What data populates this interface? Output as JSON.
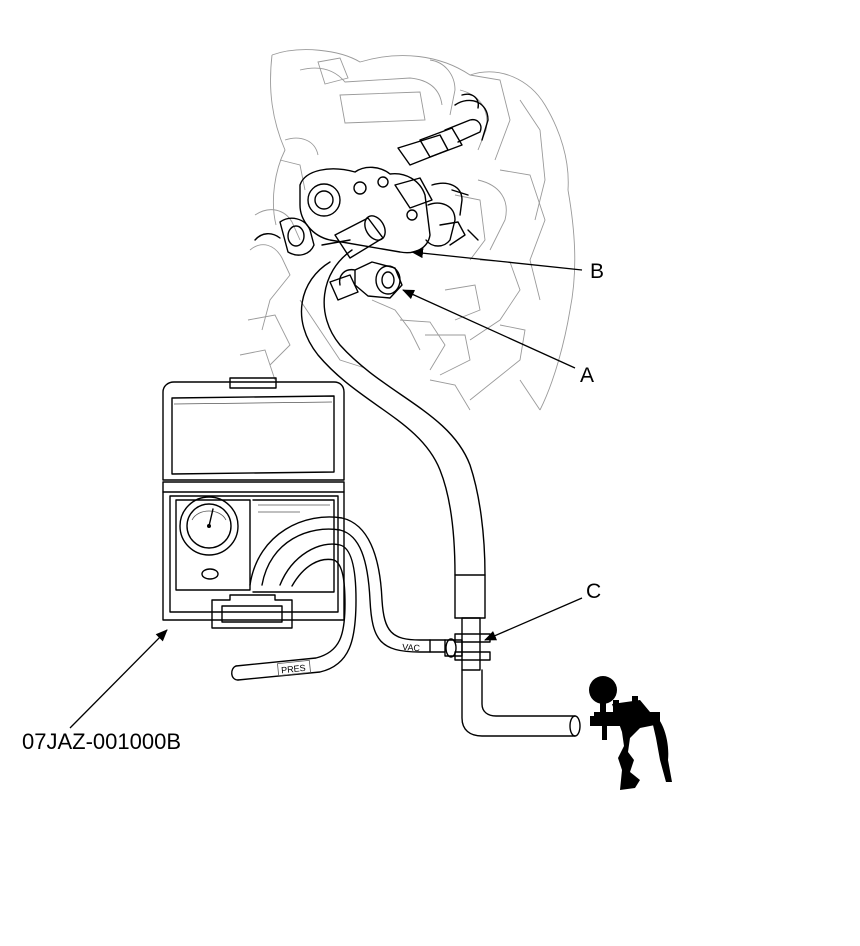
{
  "callouts": {
    "a": "A",
    "b": "B",
    "c": "C"
  },
  "tool_part_number": "07JAZ-001000B",
  "hose_labels": {
    "vac": "VAC",
    "pres": "PRES"
  },
  "colors": {
    "line": "#000000",
    "background_lines": "#9a9a9a"
  }
}
